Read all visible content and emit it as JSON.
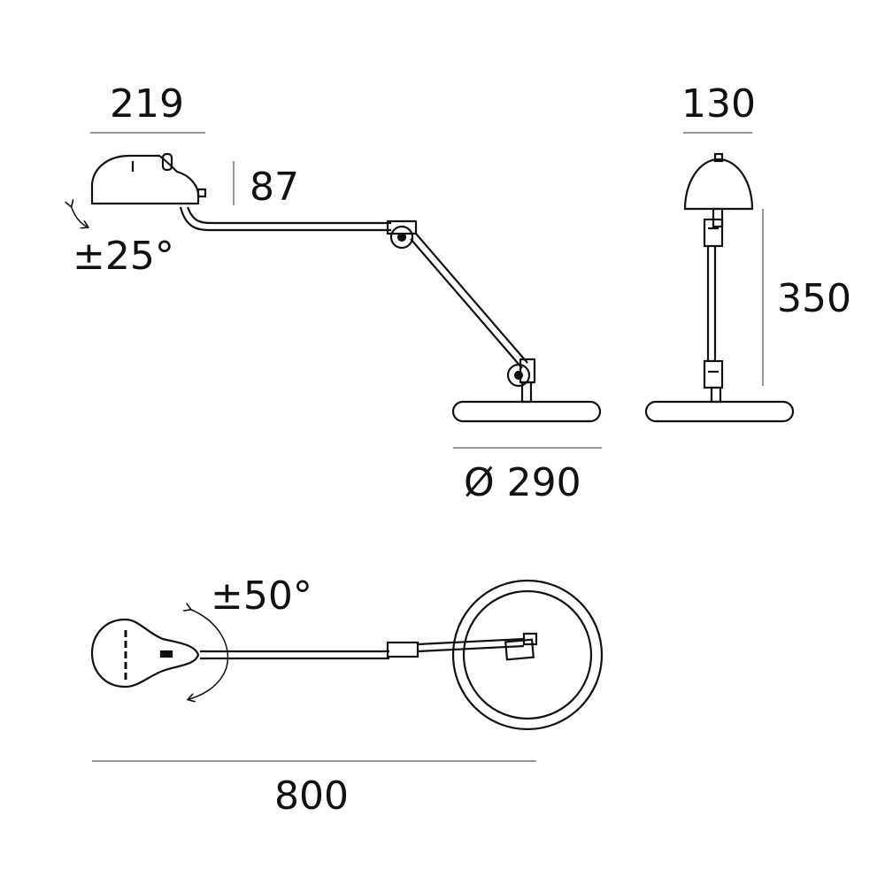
{
  "dimensions": {
    "head_width": "219",
    "head_height": "87",
    "head_tilt": "±25°",
    "head_depth": "130",
    "height": "350",
    "base_diameter": "Ø 290",
    "rotation": "±50°",
    "reach": "800"
  },
  "colors": {
    "line": "#111111",
    "dim_line": "#777777",
    "background": "#ffffff"
  }
}
